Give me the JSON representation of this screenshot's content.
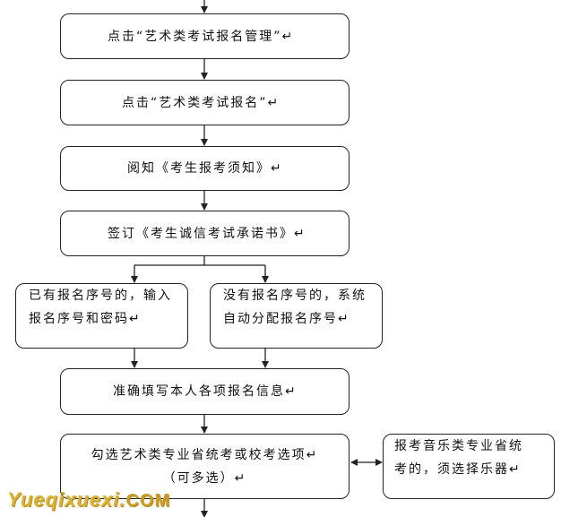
{
  "steps": {
    "s1": "点击“艺术类考试报名管理”↵",
    "s2": "点击“艺术类考试报名”↵",
    "s3": "阅知《考生报考须知》↵",
    "s4": "签订《考生诚信考试承诺书》↵",
    "branch_left_l1": "已有报名序号的，输入",
    "branch_left_l2": "报名序号和密码↵",
    "branch_right_l1": "没有报名序号的，系统",
    "branch_right_l2": "自动分配报名序号↵",
    "s5": "准确填写本人各项报名信息↵",
    "s6_l1": "勾选艺术类专业省统考或校考选项↵",
    "s6_l2": "（可多选）↵",
    "side_l1": "报考音乐类专业省统",
    "side_l2": "考的，须选择乐器↵"
  },
  "watermark": {
    "main": "Yueqixuexi.",
    "suffix": "COM"
  },
  "colors": {
    "line": "#222222",
    "watermark": "#d9b23a"
  }
}
